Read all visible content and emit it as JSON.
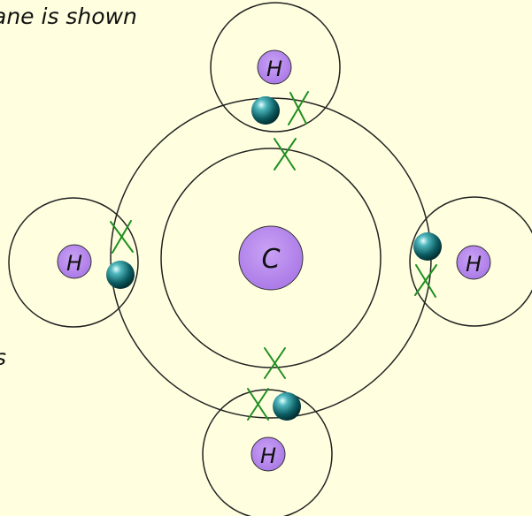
{
  "caption": "ane is shown",
  "side_fragment": "s",
  "atoms": {
    "carbon": "C",
    "h_top": "H",
    "h_left": "H",
    "h_right": "H",
    "h_bottom": "H"
  },
  "colors": {
    "background": "#FFFFE0",
    "atom_fill": "#BF8FEF",
    "shell_stroke": "#222222",
    "cross_color": "#1F8F1F",
    "electron_color": "#0E6A6E"
  }
}
